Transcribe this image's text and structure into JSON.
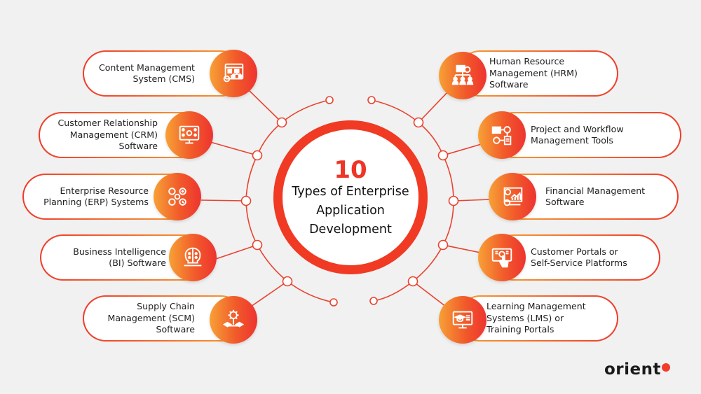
{
  "center": {
    "number": "10",
    "title": "Types of Enterprise\nApplication\nDevelopment"
  },
  "colors": {
    "accent_red": "#f03a24",
    "accent_orange": "#f7a136",
    "background": "#f1f1f1",
    "text": "#222222"
  },
  "left_items": [
    {
      "label": "Content Management\nSystem (CMS)",
      "icon": "cms-dashboard-icon"
    },
    {
      "label": "Customer Relationship\nManagement (CRM)\nSoftware",
      "icon": "crm-monitor-people-icon"
    },
    {
      "label": "Enterprise Resource\nPlanning (ERP) Systems",
      "icon": "erp-cycle-icon"
    },
    {
      "label": "Business Intelligence\n(BI) Software",
      "icon": "bi-brain-laptop-icon"
    },
    {
      "label": "Supply Chain\nManagement (SCM)\nSoftware",
      "icon": "scm-gear-network-icon"
    }
  ],
  "right_items": [
    {
      "label": "Human Resource\nManagement (HRM)\nSoftware",
      "icon": "hrm-org-chart-icon"
    },
    {
      "label": "Project and Workflow\nManagement Tools",
      "icon": "workflow-gears-icon"
    },
    {
      "label": "Financial Management\nSoftware",
      "icon": "finance-chart-icon"
    },
    {
      "label": "Customer Portals or\nSelf-Service Platforms",
      "icon": "portal-touch-icon"
    },
    {
      "label": "Learning Management\nSystems (LMS) or\nTraining Portals",
      "icon": "lms-graduation-monitor-icon"
    }
  ],
  "logo": {
    "text": "orient"
  }
}
